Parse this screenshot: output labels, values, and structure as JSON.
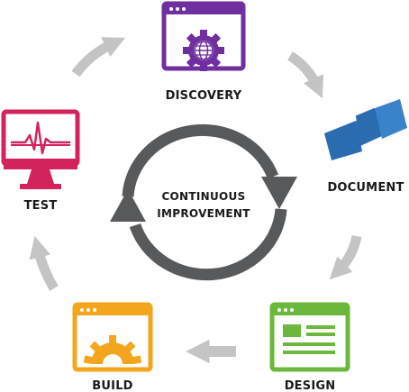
{
  "center": {
    "line1": "CONTINUOUS",
    "line2": "IMPROVEMENT"
  },
  "stages": [
    {
      "id": "discovery",
      "label": "DISCOVERY",
      "color": "#6f2f9f",
      "icon": "window-globe-gear-icon"
    },
    {
      "id": "document",
      "label": "DOCUMENT",
      "color": "#2b6cb0",
      "icon": "folded-document-icon"
    },
    {
      "id": "design",
      "label": "DESIGN",
      "color": "#6bb83d",
      "icon": "window-layout-icon"
    },
    {
      "id": "build",
      "label": "BUILD",
      "color": "#f3a61d",
      "icon": "window-gear-icon"
    },
    {
      "id": "test",
      "label": "TEST",
      "color": "#d2245a",
      "icon": "monitor-heartbeat-icon"
    }
  ],
  "colors": {
    "cycle_arrow": "#58595b",
    "flow_arrow": "#c4c4c4",
    "text": "#1a1a1a"
  }
}
